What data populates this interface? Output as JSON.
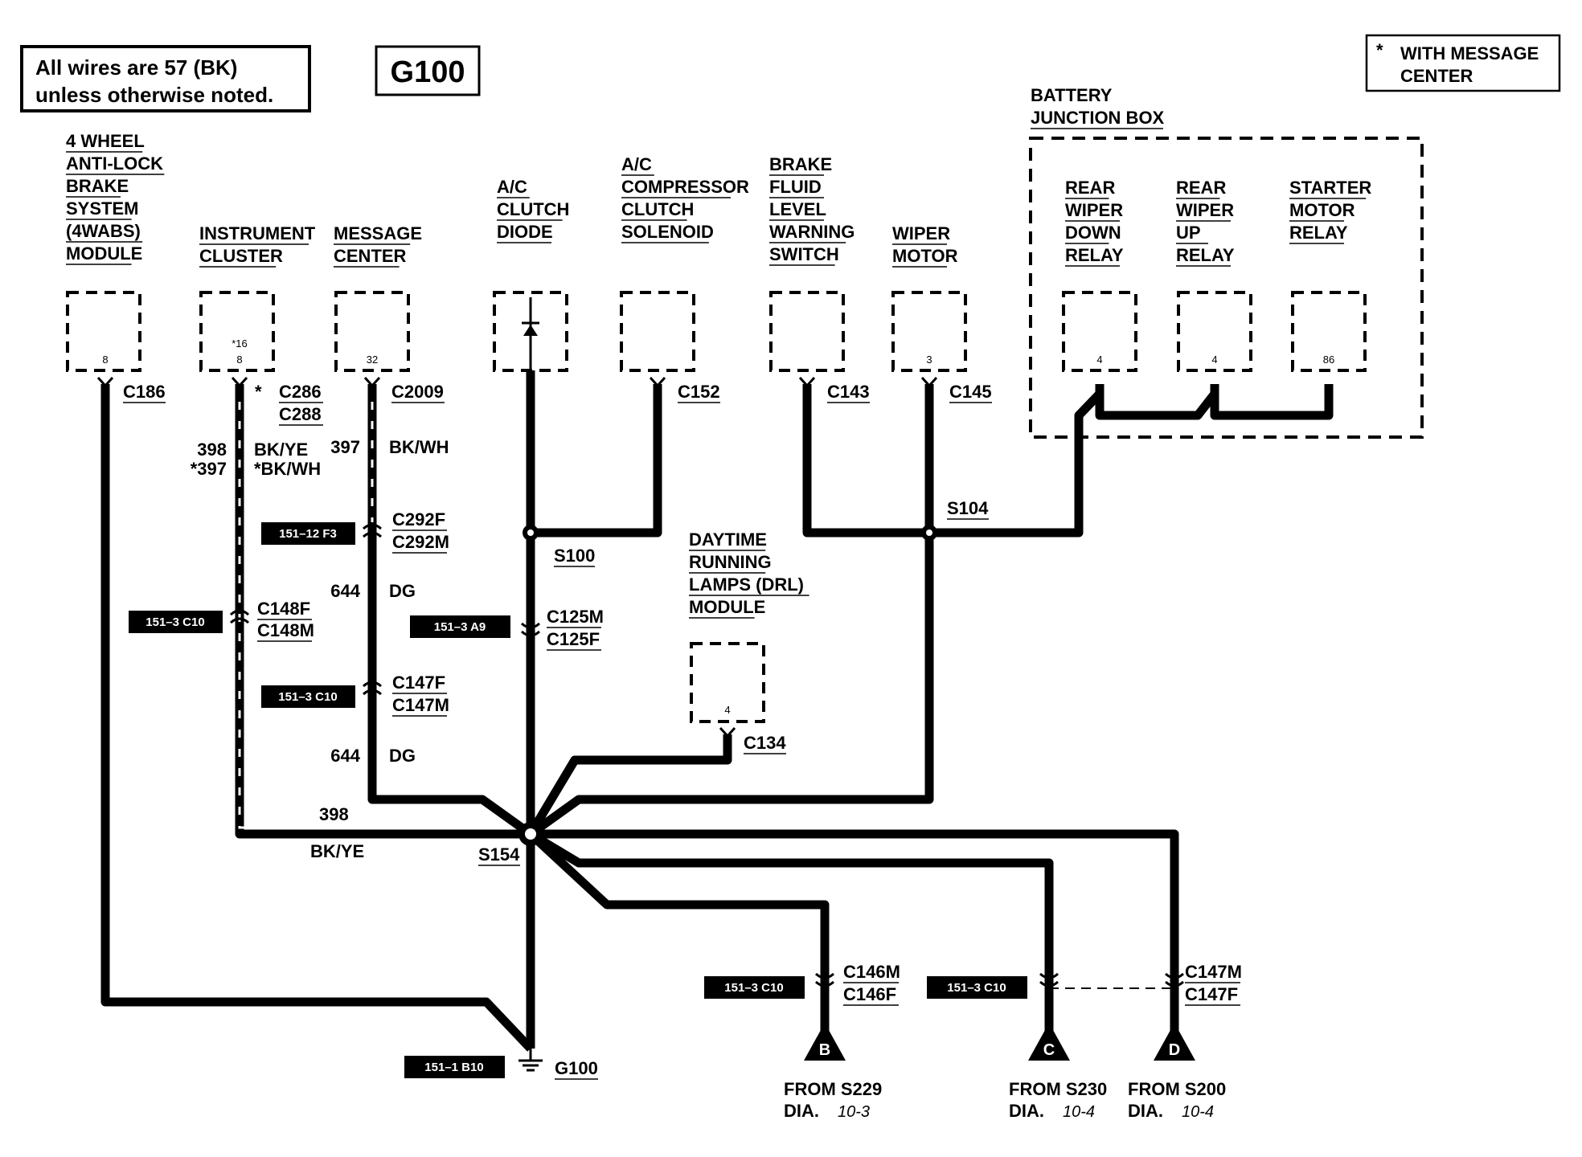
{
  "notes": {
    "wire_note_line1": "All wires are 57 (BK)",
    "wire_note_line2": "unless otherwise noted.",
    "ground_title": "G100",
    "legend_star": "*",
    "legend_line1": "WITH MESSAGE",
    "legend_line2": "CENTER"
  },
  "battery_junction_box": {
    "line1": "BATTERY",
    "line2": "JUNCTION BOX"
  },
  "components": [
    {
      "label": [
        "4 WHEEL",
        "ANTI-LOCK",
        "BRAKE",
        "SYSTEM",
        "(4WABS)",
        "MODULE"
      ],
      "pins": [
        "8"
      ],
      "connector": "C186"
    },
    {
      "label": [
        "INSTRUMENT",
        "CLUSTER"
      ],
      "pins": [
        "*16",
        "8"
      ],
      "connector": "C286",
      "connector2": "C288",
      "star": "*"
    },
    {
      "label": [
        "MESSAGE",
        "CENTER"
      ],
      "pins": [
        "32"
      ],
      "connector": "C2009"
    },
    {
      "label": [
        "A/C",
        "CLUTCH",
        "DIODE"
      ],
      "pins": []
    },
    {
      "label": [
        "A/C",
        "COMPRESSOR",
        "CLUTCH",
        "SOLENOID"
      ],
      "pins": [],
      "connector": "C152"
    },
    {
      "label": [
        "BRAKE",
        "FLUID",
        "LEVEL",
        "WARNING",
        "SWITCH"
      ],
      "pins": [],
      "connector": "C143"
    },
    {
      "label": [
        "WIPER",
        "MOTOR"
      ],
      "pins": [
        "3"
      ],
      "connector": "C145"
    },
    {
      "label": [
        "REAR",
        "WIPER",
        "DOWN",
        "RELAY"
      ],
      "pins": [
        "4"
      ]
    },
    {
      "label": [
        "REAR",
        "WIPER",
        "UP",
        "RELAY"
      ],
      "pins": [
        "4"
      ]
    },
    {
      "label": [
        "STARTER",
        "MOTOR",
        "RELAY"
      ],
      "pins": [
        "86"
      ]
    },
    {
      "label": [
        "DAYTIME",
        "RUNNING",
        "LAMPS (DRL)",
        "MODULE"
      ],
      "pins": [
        "4"
      ],
      "connector": "C134"
    }
  ],
  "wires": {
    "w398_a": "398",
    "w397_star": "*397",
    "bkye_a": "BK/YE",
    "bkwh_star": "*BK/WH",
    "w397": "397",
    "bkwh": "BK/WH",
    "w644_a": "644",
    "dg_a": "DG",
    "w644_b": "644",
    "dg_b": "DG",
    "w398_b": "398",
    "bkye_b": "BK/YE"
  },
  "splices": {
    "s100": "S100",
    "s104": "S104",
    "s154": "S154"
  },
  "connectors": {
    "c292f": "C292F",
    "c292m": "C292M",
    "c148f": "C148F",
    "c148m": "C148M",
    "c147f": "C147F",
    "c147m": "C147M",
    "c125m": "C125M",
    "c125f": "C125F",
    "c146m": "C146M",
    "c146f": "C146F",
    "c147m_b": "C147M",
    "c147f_b": "C147F"
  },
  "page_refs": {
    "r1": "151–12 F3",
    "r2": "151–3 C10",
    "r3": "151–3 C10",
    "r4": "151–3 A9",
    "r5": "151–3 C10",
    "r6": "151–3 C10",
    "r7": "151–1 B10"
  },
  "ground": {
    "label": "G100"
  },
  "offpage": [
    {
      "letter": "B",
      "from": "FROM S229",
      "dia": "DIA.",
      "ref": "10-3"
    },
    {
      "letter": "C",
      "from": "FROM S230",
      "dia": "DIA.",
      "ref": "10-4"
    },
    {
      "letter": "D",
      "from": "FROM S200",
      "dia": "DIA.",
      "ref": "10-4"
    }
  ]
}
